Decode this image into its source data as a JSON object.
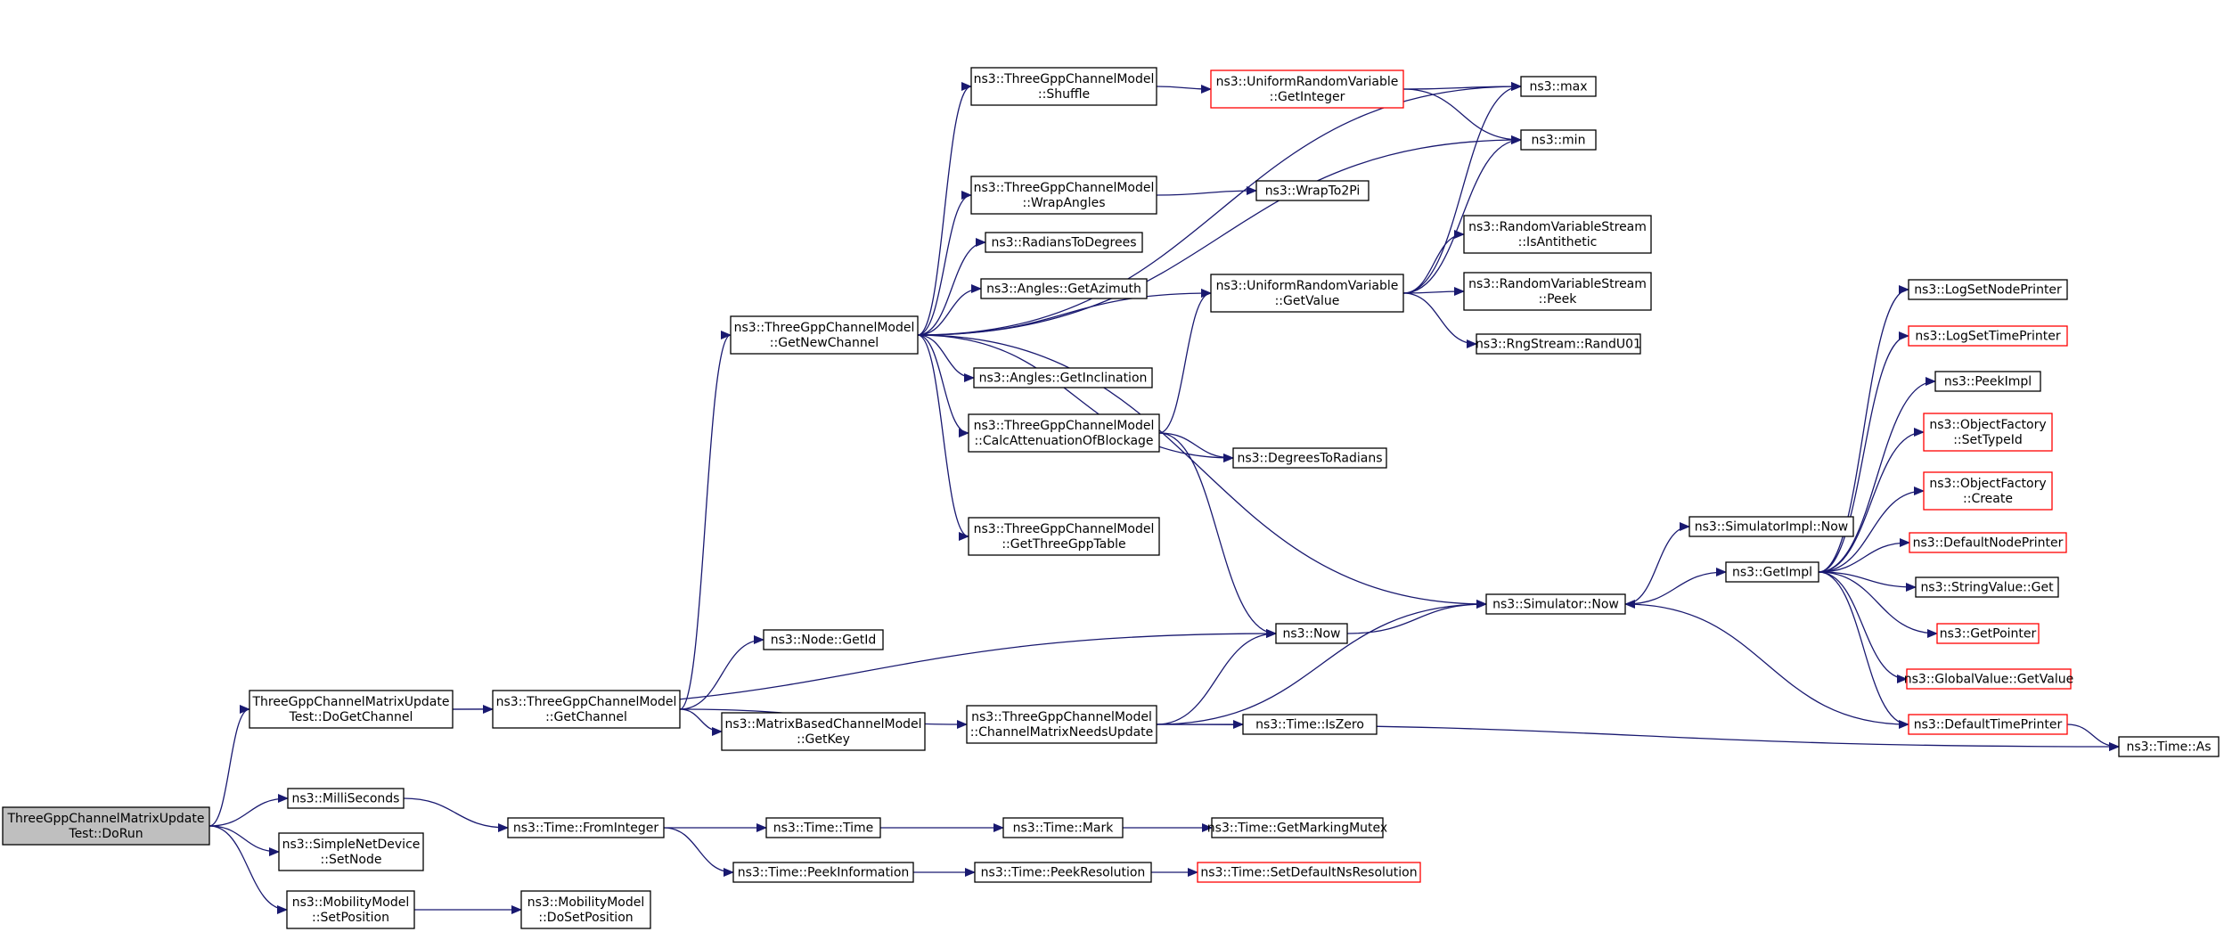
{
  "colors": {
    "edge": "#191970",
    "root_fill": "#bfbfbf",
    "node_fill": "#ffffff",
    "node_border": "#000000",
    "incomplete_border": "#ff0000"
  },
  "nodes": [
    {
      "id": "root",
      "lines": [
        "ThreeGppChannelMatrixUpdate",
        "Test::DoRun"
      ]
    },
    {
      "id": "doGetChannel",
      "lines": [
        "ThreeGppChannelMatrixUpdate",
        "Test::DoGetChannel"
      ]
    },
    {
      "id": "milliSeconds",
      "lines": [
        "ns3::MilliSeconds"
      ]
    },
    {
      "id": "setNode",
      "lines": [
        "ns3::SimpleNetDevice",
        "::SetNode"
      ]
    },
    {
      "id": "setPosition",
      "lines": [
        "ns3::MobilityModel",
        "::SetPosition"
      ]
    },
    {
      "id": "getChannel",
      "lines": [
        "ns3::ThreeGppChannelModel",
        "::GetChannel"
      ]
    },
    {
      "id": "now",
      "lines": [
        "ns3::Now"
      ]
    },
    {
      "id": "fromInteger",
      "lines": [
        "ns3::Time::FromInteger"
      ]
    },
    {
      "id": "doSetPosition",
      "lines": [
        "ns3::MobilityModel",
        "::DoSetPosition"
      ]
    },
    {
      "id": "getNewChannel",
      "lines": [
        "ns3::ThreeGppChannelModel",
        "::GetNewChannel"
      ]
    },
    {
      "id": "getId",
      "lines": [
        "ns3::Node::GetId"
      ]
    },
    {
      "id": "getKey",
      "lines": [
        "ns3::MatrixBasedChannelModel",
        "::GetKey"
      ]
    },
    {
      "id": "channelMatrixNeedsUpdate",
      "lines": [
        "ns3::ThreeGppChannelModel",
        "::ChannelMatrixNeedsUpdate"
      ]
    },
    {
      "id": "shuffle",
      "lines": [
        "ns3::ThreeGppChannelModel",
        "::Shuffle"
      ]
    },
    {
      "id": "wrapAngles",
      "lines": [
        "ns3::ThreeGppChannelModel",
        "::WrapAngles"
      ]
    },
    {
      "id": "radiansToDegrees",
      "lines": [
        "ns3::RadiansToDegrees"
      ]
    },
    {
      "id": "getAzimuth",
      "lines": [
        "ns3::Angles::GetAzimuth"
      ]
    },
    {
      "id": "getInclination",
      "lines": [
        "ns3::Angles::GetInclination"
      ]
    },
    {
      "id": "calcAttenuation",
      "lines": [
        "ns3::ThreeGppChannelModel",
        "::CalcAttenuationOfBlockage"
      ]
    },
    {
      "id": "getThreeGppTable",
      "lines": [
        "ns3::ThreeGppChannelModel",
        "::GetThreeGppTable"
      ]
    },
    {
      "id": "timeTime",
      "lines": [
        "ns3::Time::Time"
      ]
    },
    {
      "id": "peekInformation",
      "lines": [
        "ns3::Time::PeekInformation"
      ]
    },
    {
      "id": "timeMark",
      "lines": [
        "ns3::Time::Mark"
      ]
    },
    {
      "id": "peekResolution",
      "lines": [
        "ns3::Time::PeekResolution"
      ]
    },
    {
      "id": "getMarkingMutex",
      "lines": [
        "ns3::Time::GetMarkingMutex"
      ]
    },
    {
      "id": "setDefaultNsResolution",
      "lines": [
        "ns3::Time::SetDefaultNsResolution"
      ],
      "incomplete": true
    },
    {
      "id": "getInteger",
      "lines": [
        "ns3::UniformRandomVariable",
        "::GetInteger"
      ],
      "incomplete": true
    },
    {
      "id": "getValue",
      "lines": [
        "ns3::UniformRandomVariable",
        "::GetValue"
      ]
    },
    {
      "id": "wrapTo2Pi",
      "lines": [
        "ns3::WrapTo2Pi"
      ]
    },
    {
      "id": "degreesToRadians",
      "lines": [
        "ns3::DegreesToRadians"
      ]
    },
    {
      "id": "isZero",
      "lines": [
        "ns3::Time::IsZero"
      ]
    },
    {
      "id": "max",
      "lines": [
        "ns3::max"
      ]
    },
    {
      "id": "min",
      "lines": [
        "ns3::min"
      ]
    },
    {
      "id": "isAntithetic",
      "lines": [
        "ns3::RandomVariableStream",
        "::IsAntithetic"
      ]
    },
    {
      "id": "peek",
      "lines": [
        "ns3::RandomVariableStream",
        "::Peek"
      ]
    },
    {
      "id": "randU01",
      "lines": [
        "ns3::RngStream::RandU01"
      ]
    },
    {
      "id": "simulatorNow",
      "lines": [
        "ns3::Simulator::Now"
      ]
    },
    {
      "id": "simulatorImplNow",
      "lines": [
        "ns3::SimulatorImpl::Now"
      ]
    },
    {
      "id": "getImpl",
      "lines": [
        "ns3::GetImpl"
      ]
    },
    {
      "id": "timeAs",
      "lines": [
        "ns3::Time::As"
      ]
    },
    {
      "id": "logSetNodePrinter",
      "lines": [
        "ns3::LogSetNodePrinter"
      ]
    },
    {
      "id": "logSetTimePrinter",
      "lines": [
        "ns3::LogSetTimePrinter"
      ],
      "incomplete": true
    },
    {
      "id": "peekImpl",
      "lines": [
        "ns3::PeekImpl"
      ]
    },
    {
      "id": "setTypeId",
      "lines": [
        "ns3::ObjectFactory",
        "::SetTypeId"
      ],
      "incomplete": true
    },
    {
      "id": "create",
      "lines": [
        "ns3::ObjectFactory",
        "::Create"
      ],
      "incomplete": true
    },
    {
      "id": "defaultNodePrinter",
      "lines": [
        "ns3::DefaultNodePrinter"
      ],
      "incomplete": true
    },
    {
      "id": "stringValueGet",
      "lines": [
        "ns3::StringValue::Get"
      ]
    },
    {
      "id": "getPointer",
      "lines": [
        "ns3::GetPointer"
      ],
      "incomplete": true
    },
    {
      "id": "globalValueGetValue",
      "lines": [
        "ns3::GlobalValue::GetValue"
      ],
      "incomplete": true
    },
    {
      "id": "defaultTimePrinter",
      "lines": [
        "ns3::DefaultTimePrinter"
      ],
      "incomplete": true
    }
  ],
  "edges": [
    [
      "root",
      "doGetChannel"
    ],
    [
      "root",
      "milliSeconds"
    ],
    [
      "root",
      "setNode"
    ],
    [
      "root",
      "setPosition"
    ],
    [
      "doGetChannel",
      "getChannel"
    ],
    [
      "doGetChannel",
      "now"
    ],
    [
      "milliSeconds",
      "fromInteger"
    ],
    [
      "setPosition",
      "doSetPosition"
    ],
    [
      "getChannel",
      "getNewChannel"
    ],
    [
      "getChannel",
      "getId"
    ],
    [
      "getChannel",
      "getKey"
    ],
    [
      "getChannel",
      "channelMatrixNeedsUpdate"
    ],
    [
      "getNewChannel",
      "shuffle"
    ],
    [
      "getNewChannel",
      "wrapAngles"
    ],
    [
      "getNewChannel",
      "radiansToDegrees"
    ],
    [
      "getNewChannel",
      "getAzimuth"
    ],
    [
      "getNewChannel",
      "getInclination"
    ],
    [
      "getNewChannel",
      "calcAttenuation"
    ],
    [
      "getNewChannel",
      "getThreeGppTable"
    ],
    [
      "getNewChannel",
      "getValue"
    ],
    [
      "getNewChannel",
      "max"
    ],
    [
      "getNewChannel",
      "min"
    ],
    [
      "getNewChannel",
      "degreesToRadians"
    ],
    [
      "getNewChannel",
      "simulatorNow"
    ],
    [
      "shuffle",
      "getInteger"
    ],
    [
      "wrapAngles",
      "wrapTo2Pi"
    ],
    [
      "calcAttenuation",
      "getValue"
    ],
    [
      "calcAttenuation",
      "degreesToRadians"
    ],
    [
      "calcAttenuation",
      "now"
    ],
    [
      "channelMatrixNeedsUpdate",
      "now"
    ],
    [
      "channelMatrixNeedsUpdate",
      "simulatorNow"
    ],
    [
      "channelMatrixNeedsUpdate",
      "isZero"
    ],
    [
      "channelMatrixNeedsUpdate",
      "timeAs"
    ],
    [
      "now",
      "simulatorNow"
    ],
    [
      "fromInteger",
      "timeTime"
    ],
    [
      "fromInteger",
      "peekInformation"
    ],
    [
      "timeTime",
      "timeMark"
    ],
    [
      "timeMark",
      "getMarkingMutex"
    ],
    [
      "peekInformation",
      "peekResolution"
    ],
    [
      "peekResolution",
      "setDefaultNsResolution"
    ],
    [
      "getInteger",
      "max"
    ],
    [
      "getInteger",
      "min"
    ],
    [
      "getValue",
      "max"
    ],
    [
      "getValue",
      "min"
    ],
    [
      "getValue",
      "isAntithetic"
    ],
    [
      "getValue",
      "peek"
    ],
    [
      "getValue",
      "randU01"
    ],
    [
      "simulatorNow",
      "simulatorImplNow"
    ],
    [
      "simulatorNow",
      "getImpl"
    ],
    [
      "getImpl",
      "logSetNodePrinter"
    ],
    [
      "getImpl",
      "logSetTimePrinter"
    ],
    [
      "getImpl",
      "peekImpl"
    ],
    [
      "getImpl",
      "setTypeId"
    ],
    [
      "getImpl",
      "create"
    ],
    [
      "getImpl",
      "defaultNodePrinter"
    ],
    [
      "getImpl",
      "stringValueGet"
    ],
    [
      "getImpl",
      "getPointer"
    ],
    [
      "getImpl",
      "globalValueGetValue"
    ],
    [
      "getImpl",
      "defaultTimePrinter"
    ],
    [
      "defaultTimePrinter",
      "simulatorNow"
    ],
    [
      "defaultTimePrinter",
      "timeAs"
    ]
  ]
}
